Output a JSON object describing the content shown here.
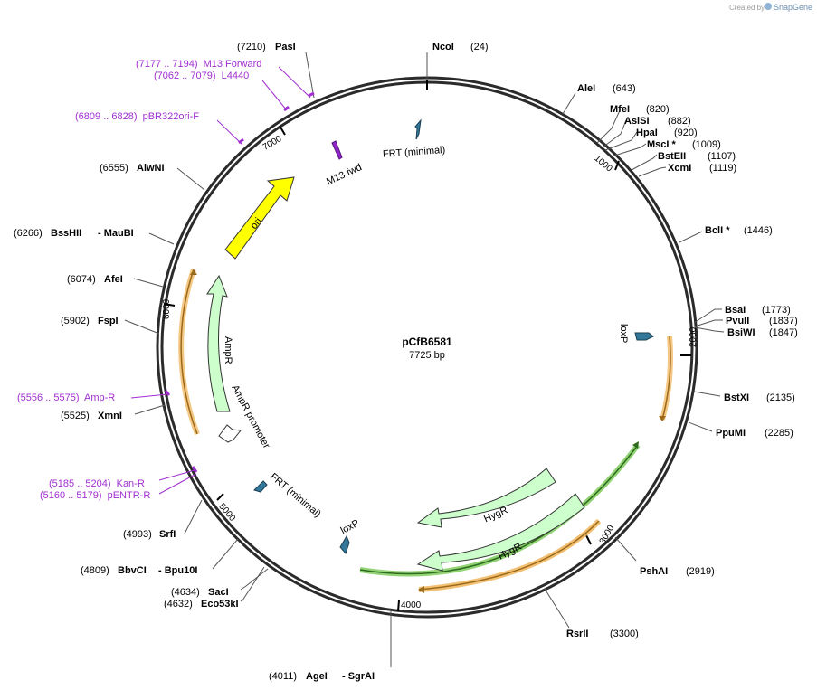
{
  "credit": {
    "created_by": "Created by",
    "brand": "SnapGene"
  },
  "plasmid": {
    "name": "pCfB6581",
    "length_label": "7725 bp"
  },
  "ticks": [
    "1000",
    "2000",
    "3000",
    "4000",
    "5000",
    "6000",
    "7000"
  ],
  "sites": [
    {
      "name": "NcoI",
      "pos": "(24)"
    },
    {
      "name": "AleI",
      "pos": "(643)"
    },
    {
      "name": "MfeI",
      "pos": "(820)"
    },
    {
      "name": "AsiSI",
      "pos": "(882)"
    },
    {
      "name": "HpaI",
      "pos": "(920)"
    },
    {
      "name": "MscI *",
      "pos": "(1009)"
    },
    {
      "name": "BstEII",
      "pos": "(1107)"
    },
    {
      "name": "XcmI",
      "pos": "(1119)"
    },
    {
      "name": "BclI *",
      "pos": "(1446)"
    },
    {
      "name": "BsaI",
      "pos": "(1773)"
    },
    {
      "name": "PvuII",
      "pos": "(1837)"
    },
    {
      "name": "BsiWI",
      "pos": "(1847)"
    },
    {
      "name": "BstXI",
      "pos": "(2135)"
    },
    {
      "name": "PpuMI",
      "pos": "(2285)"
    },
    {
      "name": "PshAI",
      "pos": "(2919)"
    },
    {
      "name": "RsrII",
      "pos": "(3300)"
    },
    {
      "name": "AgeI",
      "name2": "- SgrAI",
      "pos": "(4011)"
    },
    {
      "name": "SacI",
      "pos": "(4634)"
    },
    {
      "name": "Eco53kI",
      "pos": "(4632)"
    },
    {
      "name": "BbvCI",
      "name2": "- Bpu10I",
      "pos": "(4809)"
    },
    {
      "name": "SrfI",
      "pos": "(4993)"
    },
    {
      "name": "XmnI",
      "pos": "(5525)"
    },
    {
      "name": "FspI",
      "pos": "(5902)"
    },
    {
      "name": "AfeI",
      "pos": "(6074)"
    },
    {
      "name": "BssHII",
      "name2": "- MauBI",
      "pos": "(6266)"
    },
    {
      "name": "AlwNI",
      "pos": "(6555)"
    },
    {
      "name": "PasI",
      "pos": "(7210)"
    }
  ],
  "primers": [
    "(7177 .. 7194)  M13 Forward",
    "(7062 .. 7079)  L4440",
    "(6809 .. 6828)  pBR322ori-F",
    "(5556 .. 5575)  Amp-R",
    "(5185 .. 5204)  Kan-R",
    "(5160 .. 5179)  pENTR-R"
  ],
  "features": [
    {
      "label": "ori",
      "color": "#ffff00"
    },
    {
      "label": "AmpR",
      "color": "#ccffcc"
    },
    {
      "label": "AmpR promoter",
      "color": "#ffffff"
    },
    {
      "label": "FRT (minimal)",
      "color": "#31789a"
    },
    {
      "label": "FRT (minimal)",
      "color": "#31789a"
    },
    {
      "label": "loxP",
      "color": "#31789a"
    },
    {
      "label": "loxP",
      "color": "#31789a"
    },
    {
      "label": "M13 fwd",
      "color": "#8f27c8"
    },
    {
      "label": "HygR",
      "color": "#ccffcc"
    },
    {
      "label": "HygR",
      "color": "#ccffcc"
    }
  ],
  "colors": {
    "primer": "#a12fd1",
    "backbone": "#2b2b2b",
    "orf_orange": "#f0b45a",
    "orf_green": "#7ecb5d"
  }
}
